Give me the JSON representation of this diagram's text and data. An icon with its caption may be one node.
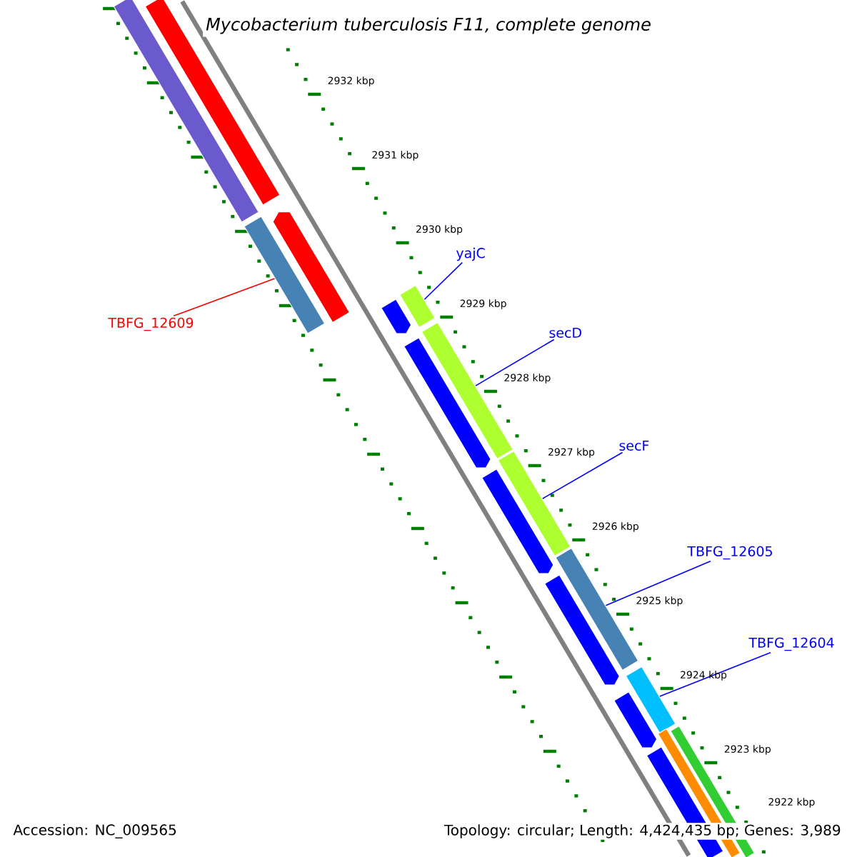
{
  "diagram": {
    "title": "*Mycobacterium tuberculosis* F11, complete genome",
    "nodes": [
      {
        "text": [
          "yajC"
        ]
      },
      {
        "text": [
          "secD"
        ]
      },
      {
        "text": [
          "secF"
        ]
      },
      {
        "text": [
          "TBFG_12605"
        ]
      },
      {
        "text": [
          "TBFG_12604"
        ]
      },
      {
        "text": [
          "TBFG_12609"
        ]
      },
      {
        "text": [],
        "shape": "bar"
      },
      {
        "text": [],
        "shape": "bar"
      },
      {
        "text": [],
        "shape": "arrow"
      },
      {
        "text": [],
        "shape": "bar"
      },
      {
        "text": [],
        "shape": "bar"
      },
      {
        "text": [],
        "shape": "arrow"
      },
      {
        "text": [],
        "shape": "bar"
      },
      {
        "text": [],
        "shape": "arrow"
      },
      {
        "text": [],
        "shape": "bar"
      },
      {
        "text": [],
        "shape": "arrow"
      },
      {
        "text": [],
        "shape": "bar"
      },
      {
        "text": [],
        "shape": "arrow"
      },
      {
        "text": [],
        "shape": "bar"
      },
      {
        "text": [],
        "shape": "arrow"
      },
      {
        "text": [],
        "shape": "bar"
      },
      {
        "text": [],
        "shape": "bar"
      },
      {
        "text": [],
        "shape": "bar"
      }
    ],
    "edges": [
      {
        "from": 0,
        "to": 10,
        "arrow": "none"
      },
      {
        "from": 1,
        "to": 12,
        "arrow": "none"
      },
      {
        "from": 2,
        "to": 14,
        "arrow": "none"
      },
      {
        "from": 3,
        "to": 16,
        "arrow": "none"
      },
      {
        "from": 4,
        "to": 18,
        "arrow": "none"
      },
      {
        "from": 5,
        "to": 9,
        "arrow": "none",
        "color": "#ff0000"
      }
    ],
    "labels": [
      "2932 kbp",
      "2931 kbp",
      "2930 kbp",
      "2929 kbp",
      "2928 kbp",
      "2927 kbp",
      "2926 kbp",
      "2925 kbp",
      "2924 kbp",
      "2923 kbp",
      "2922 kbp",
      "Accession: NC_009565",
      "Topology: circular; Length: 4,424,435 bp; Genes: 3,989"
    ]
  }
}
